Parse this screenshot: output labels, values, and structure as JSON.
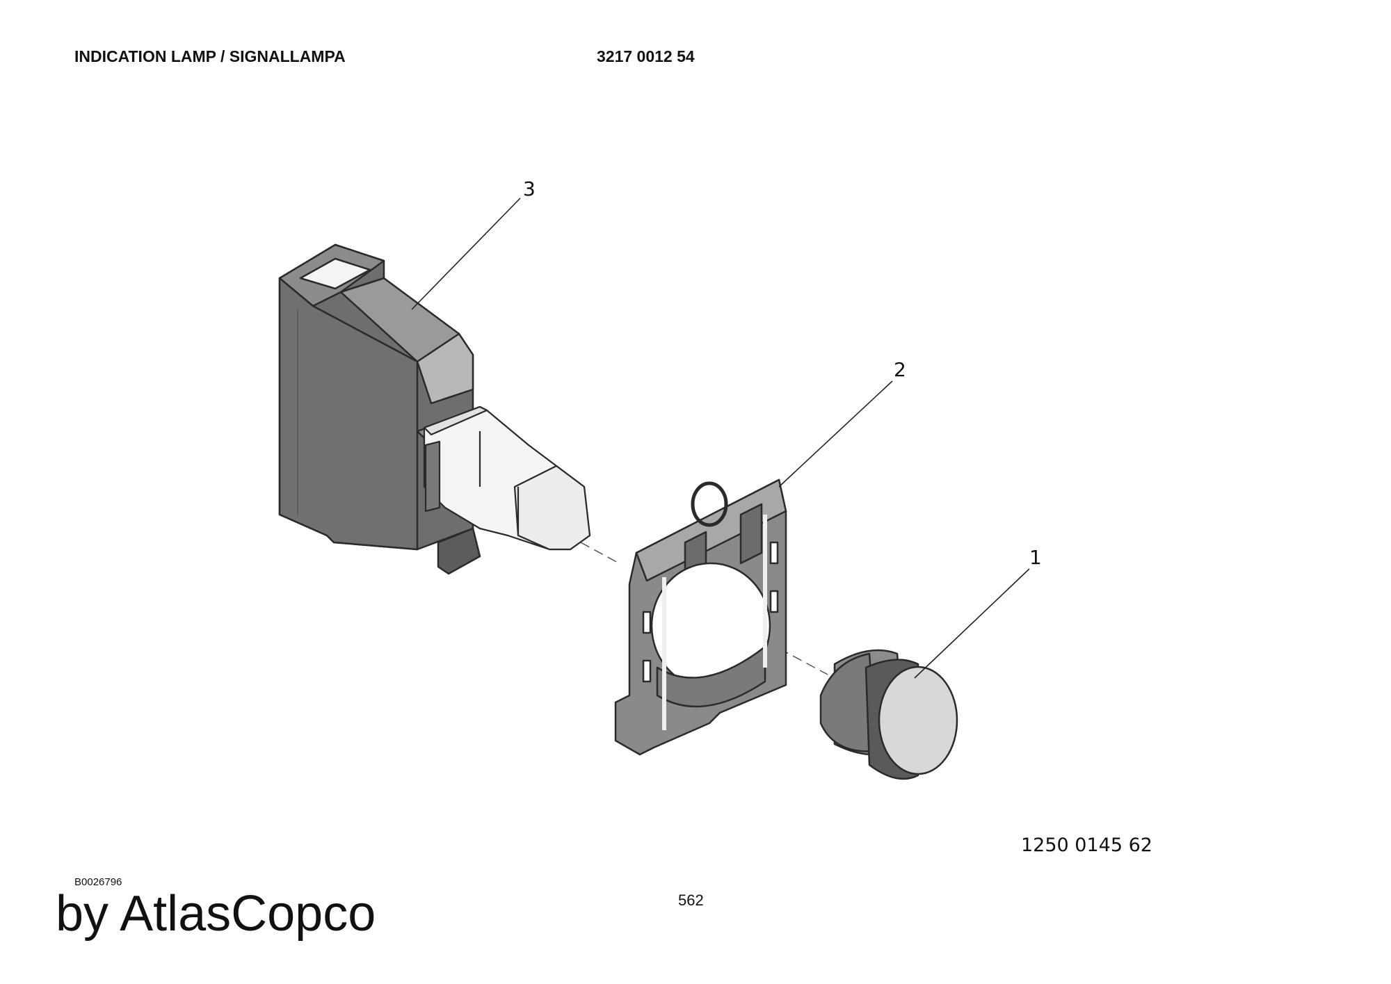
{
  "header": {
    "title": "INDICATION LAMP / SIGNALLAMPA",
    "part_number": "3217 0012 54"
  },
  "callouts": [
    "1",
    "2",
    "3"
  ],
  "drawing_number": "1250 0145 62",
  "footer": {
    "ref_code": "B0026796",
    "page_number": "562",
    "brand": "by AtlasCopco"
  },
  "colors": {
    "body_dark": "#6e6e6e",
    "body_mid": "#8c8c8c",
    "body_light": "#b8b8b8",
    "white_part": "#f4f4f4",
    "lens": "#d8d8d8",
    "outline": "#2a2a2a"
  }
}
